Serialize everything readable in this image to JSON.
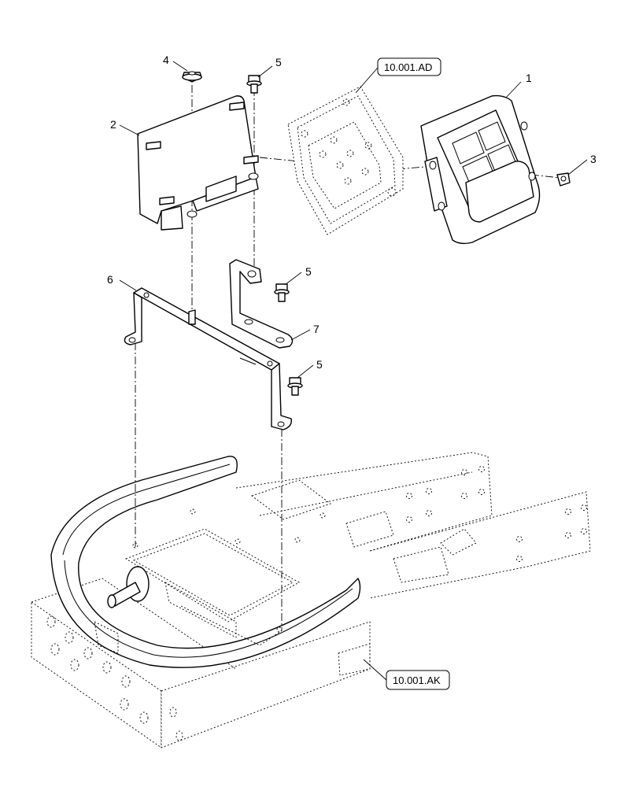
{
  "callouts": {
    "item1": "1",
    "item2": "2",
    "item3": "3",
    "item4": "4",
    "item5a": "5",
    "item5b": "5",
    "item5c": "5",
    "item6": "6",
    "item7": "7"
  },
  "references": {
    "controller_ref": "10.001.AD",
    "frame_ref": "10.001.AK"
  }
}
